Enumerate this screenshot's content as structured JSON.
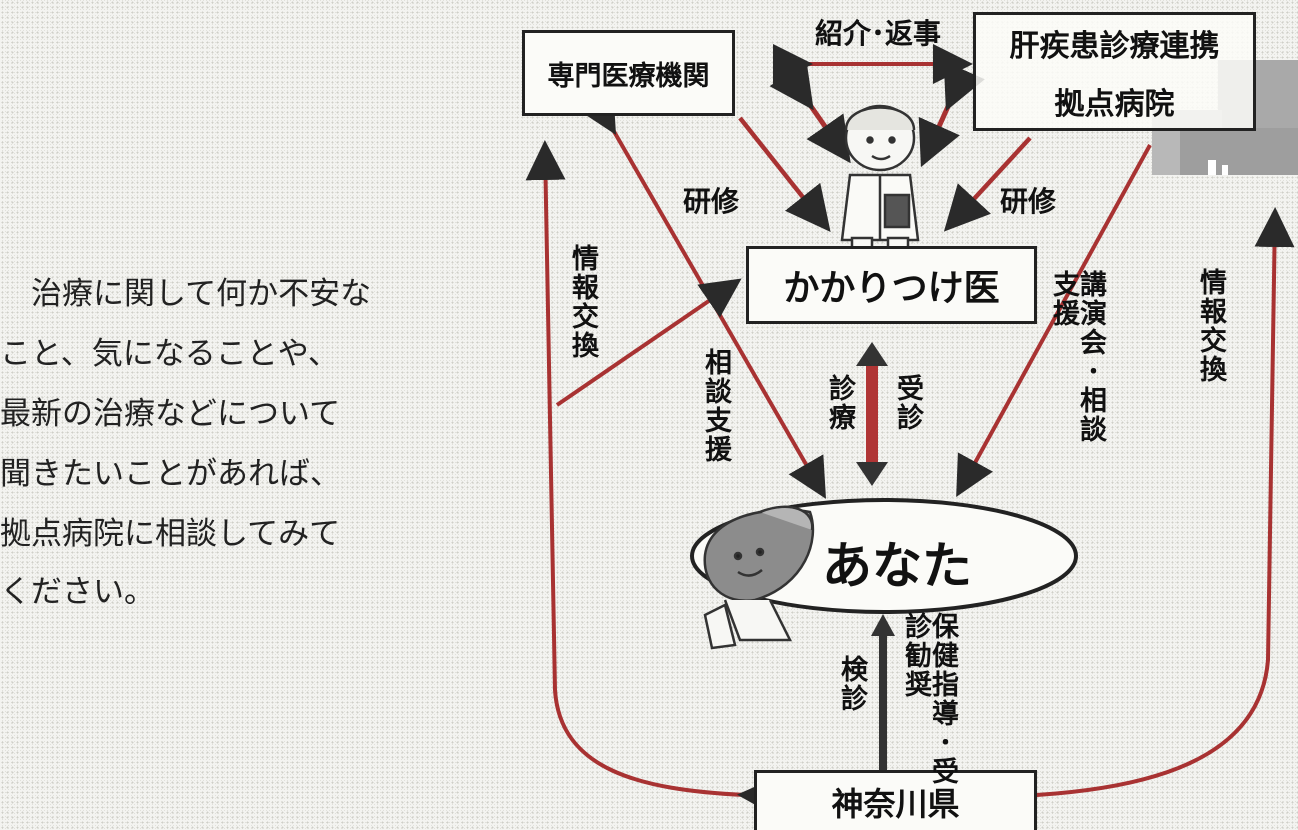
{
  "intro_text": [
    "　治療に関して何か不安な",
    "こと、気になることや、",
    "最新の治療などについて",
    "聞きたいことがあれば、",
    "拠点病院に相談してみて",
    "ください。"
  ],
  "nodes": {
    "specialist": "専門医療機関",
    "base_hospital_line1": "肝疾患診療連携",
    "base_hospital_line2": "拠点病院",
    "family_doctor": "かかりつけ医",
    "you": "あなた",
    "prefecture": "神奈川県"
  },
  "edge_labels": {
    "referral_reply": "紹介･返事",
    "training_left": "研修",
    "training_right": "研修",
    "info_exchange_left": "情報交換",
    "info_exchange_right": "情報交換",
    "consult_support_left": "相談支援",
    "lecture_consult": "講演会･相談支援",
    "treatment": "診療",
    "visit": "受診",
    "checkup": "検診",
    "health_guidance": "保健指導･受診勧奨"
  },
  "colors": {
    "arrow_red": "#a83232",
    "arrow_dark": "#2a2a2a",
    "building_gray": "#a9a9a9"
  }
}
